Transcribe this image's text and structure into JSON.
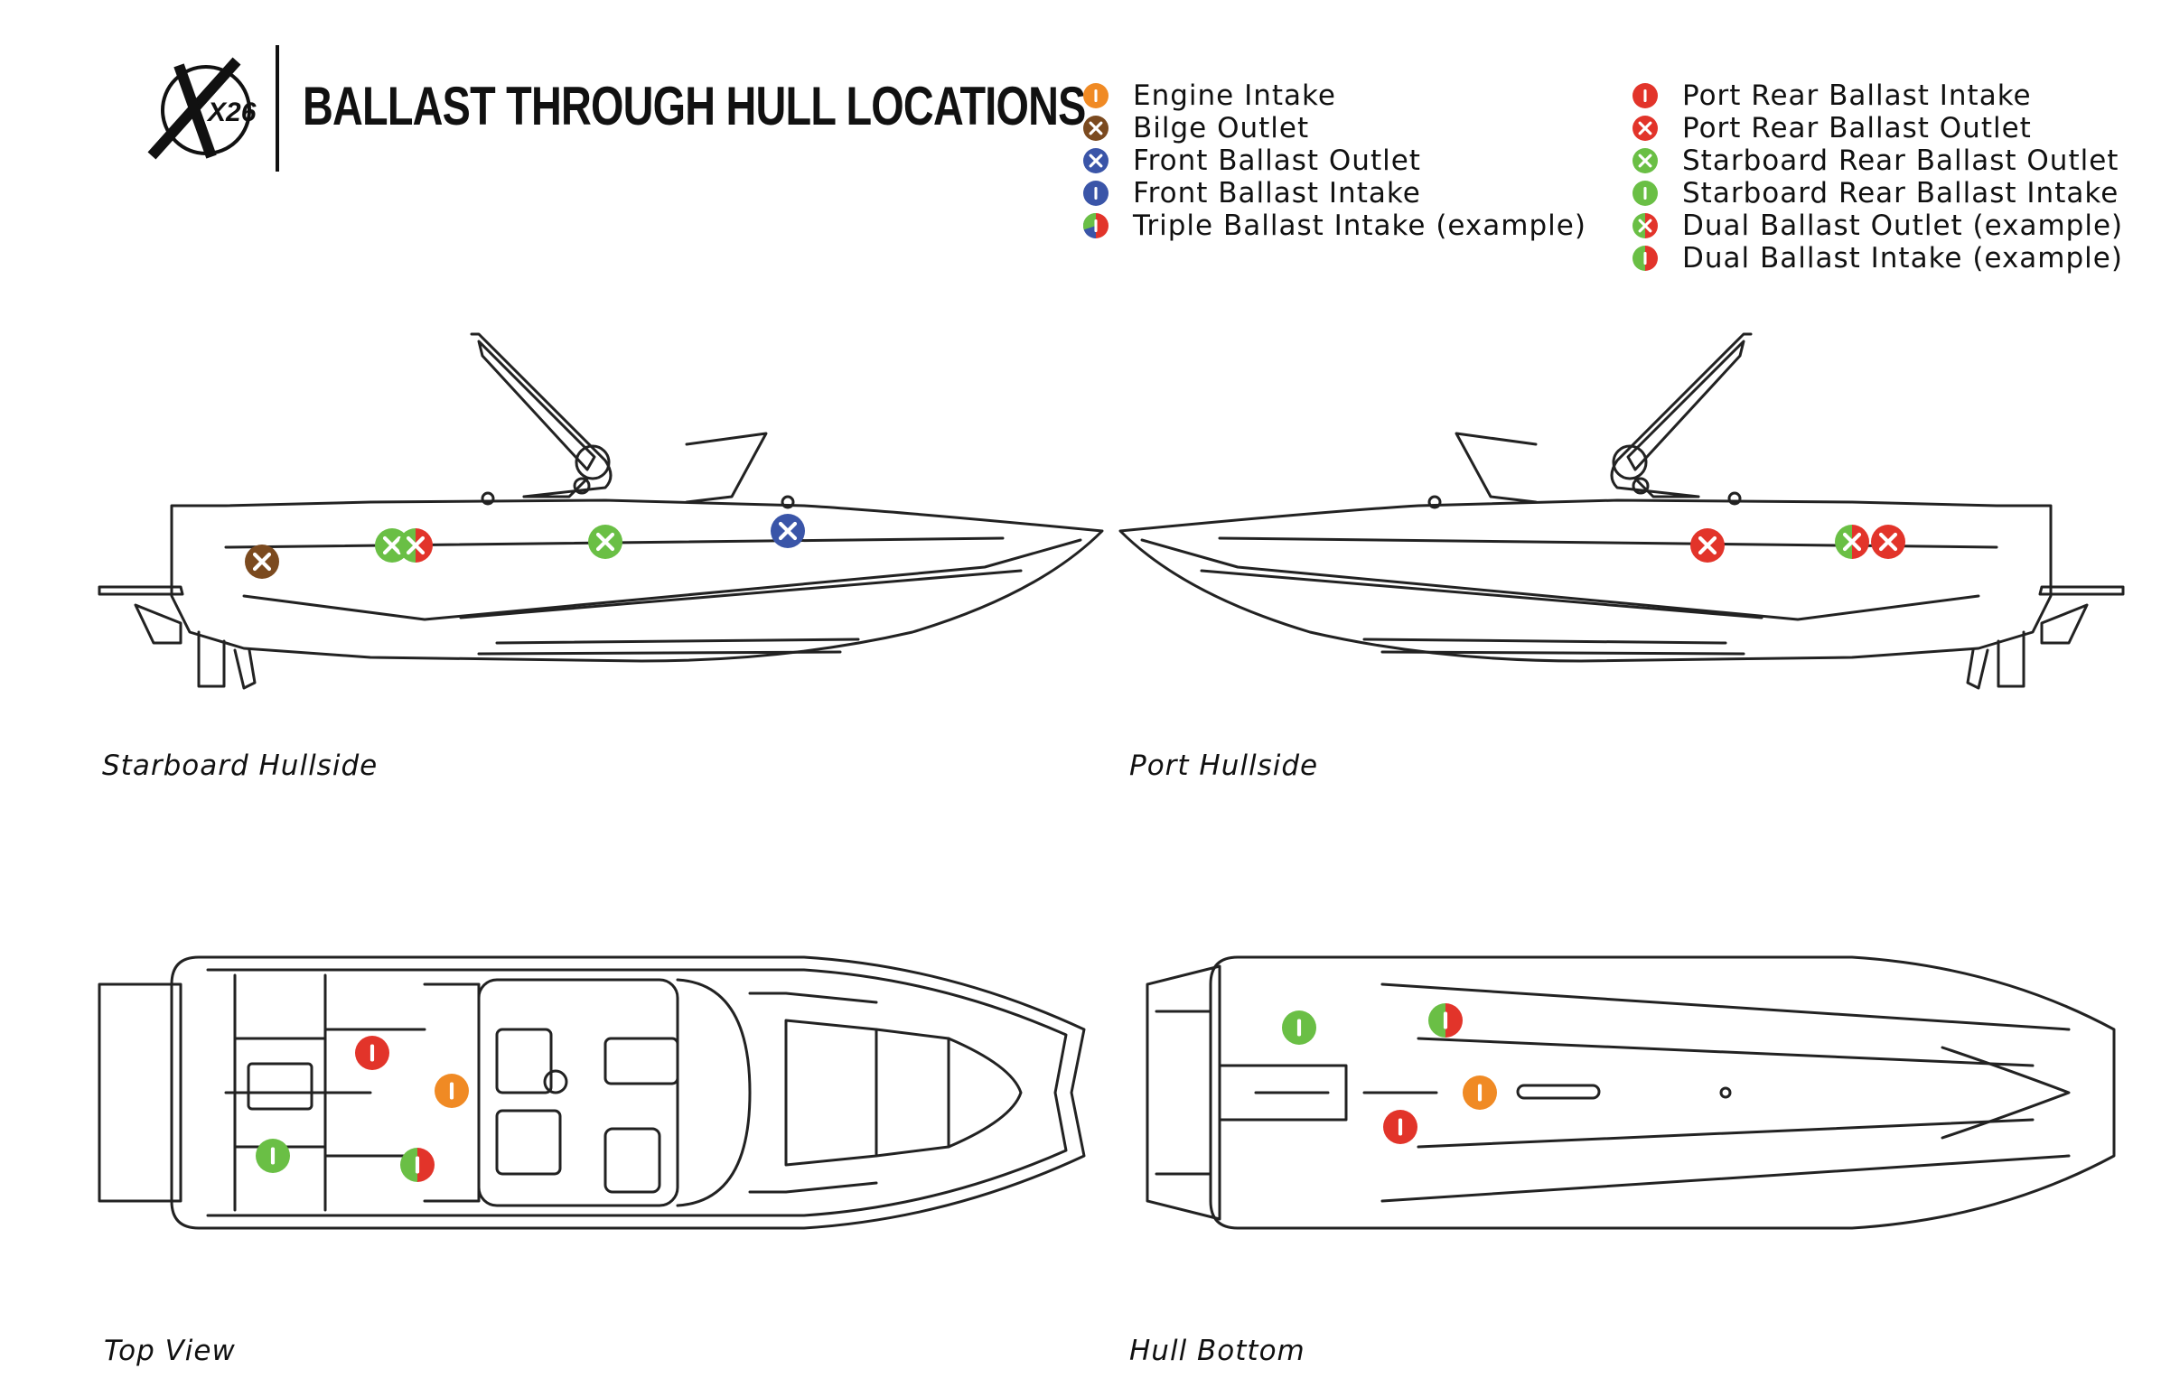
{
  "header": {
    "logo_text": "X26",
    "title": "BALLAST THROUGH HULL LOCATIONS"
  },
  "legend": {
    "left": [
      {
        "label": "Engine Intake",
        "kind": "intake",
        "colors": [
          "#f08a24"
        ]
      },
      {
        "label": "Bilge Outlet",
        "kind": "outlet",
        "colors": [
          "#7b4a1f"
        ]
      },
      {
        "label": "Front Ballast Outlet",
        "kind": "outlet",
        "colors": [
          "#3a55a8"
        ]
      },
      {
        "label": "Front Ballast Intake",
        "kind": "intake",
        "colors": [
          "#3a55a8"
        ]
      },
      {
        "label": "Triple Ballast Intake (example)",
        "kind": "triple",
        "colors": [
          "#e2342a",
          "#3a55a8",
          "#6abf45"
        ]
      }
    ],
    "right": [
      {
        "label": "Port Rear Ballast Intake",
        "kind": "intake",
        "colors": [
          "#e2342a"
        ]
      },
      {
        "label": "Port Rear Ballast Outlet",
        "kind": "outlet",
        "colors": [
          "#e2342a"
        ]
      },
      {
        "label": "Starboard Rear Ballast Outlet",
        "kind": "outlet",
        "colors": [
          "#6abf45"
        ]
      },
      {
        "label": "Starboard Rear Ballast Intake",
        "kind": "intake",
        "colors": [
          "#6abf45"
        ]
      },
      {
        "label": "Dual Ballast Outlet (example)",
        "kind": "dual-outlet",
        "colors": [
          "#6abf45",
          "#e2342a"
        ]
      },
      {
        "label": "Dual Ballast Intake (example)",
        "kind": "dual-intake",
        "colors": [
          "#6abf45",
          "#e2342a"
        ]
      }
    ]
  },
  "views": {
    "starboard": {
      "caption": "Starboard Hullside"
    },
    "port": {
      "caption": "Port Hullside"
    },
    "top": {
      "caption": "Top View"
    },
    "bottom": {
      "caption": "Hull Bottom"
    }
  },
  "colors": {
    "engine": "#f08a24",
    "bilge": "#7b4a1f",
    "front": "#3a55a8",
    "port": "#e2342a",
    "starboard": "#6abf45",
    "line": "#222222"
  }
}
